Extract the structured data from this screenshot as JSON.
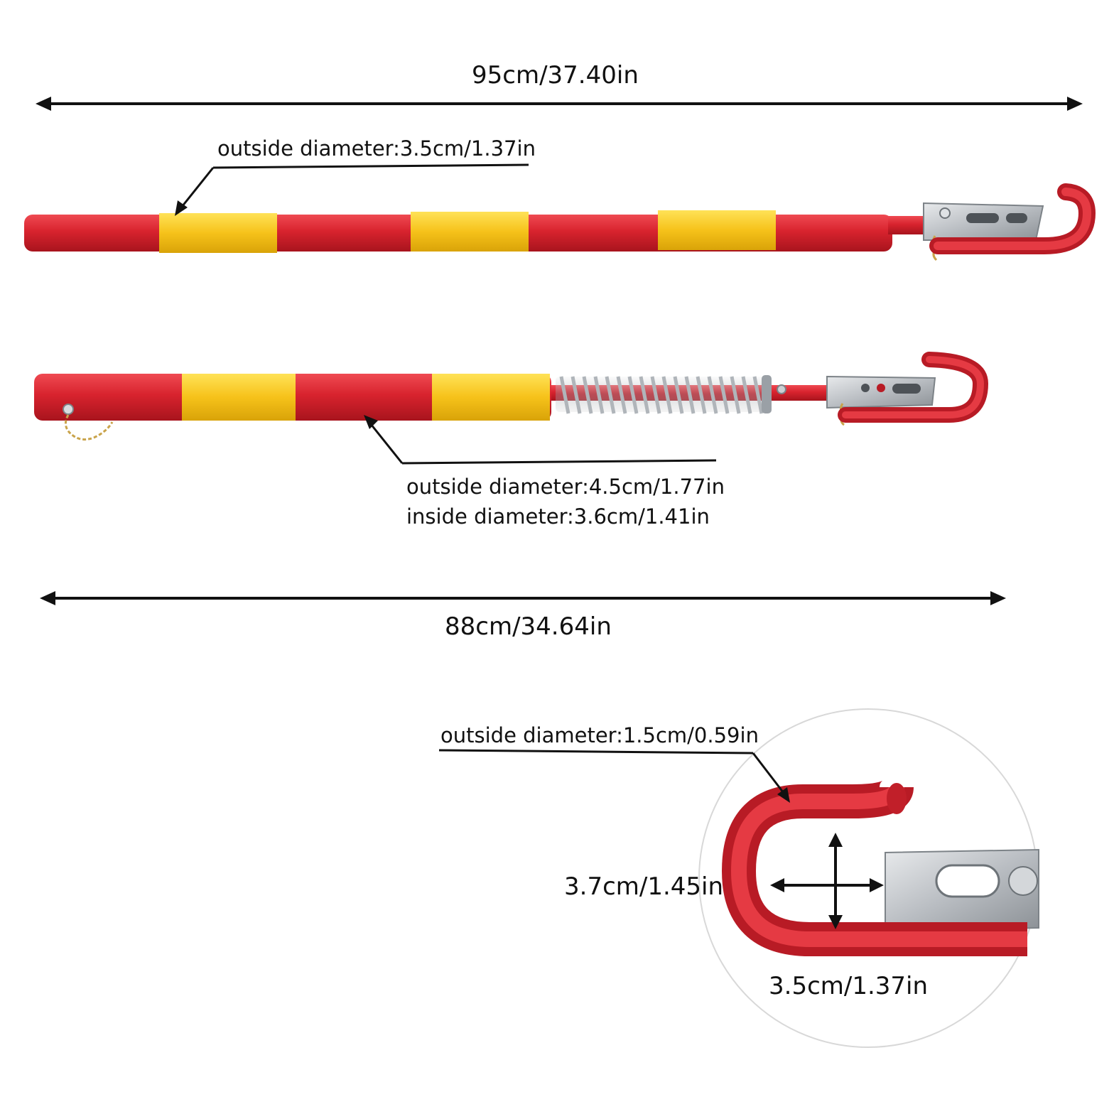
{
  "dimensions": {
    "total_length_long": "95cm/37.40in",
    "total_length_short": "88cm/34.64in"
  },
  "callouts": {
    "long_bar_diameter": "outside diameter:3.5cm/1.37in",
    "sleeve_outside_diameter": "outside diameter:4.5cm/1.77in",
    "sleeve_inside_diameter": "inside diameter:3.6cm/1.41in",
    "hook_diameter": "outside diameter:1.5cm/0.59in"
  },
  "hook_detail": {
    "opening_height": "3.7cm/1.45in",
    "opening_width": "3.5cm/1.37in"
  },
  "colors": {
    "red": "#d8232e",
    "yellow": "#f6c21a",
    "steel": "#b9bdc2",
    "chain": "#c9a34a"
  }
}
